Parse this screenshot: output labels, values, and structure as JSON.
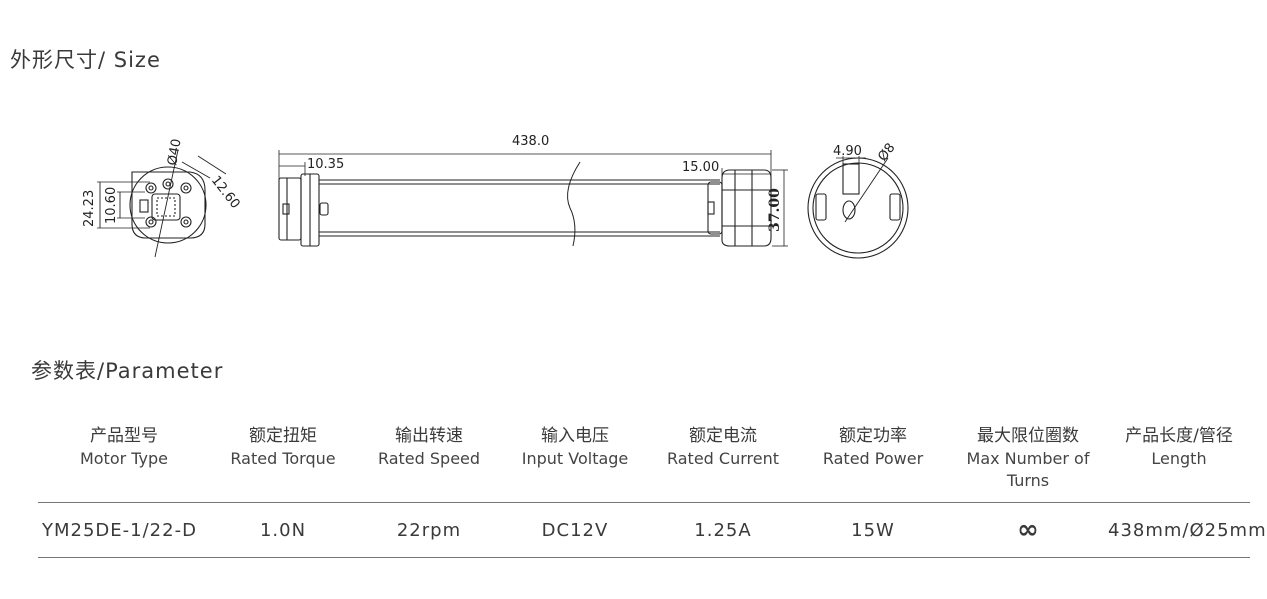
{
  "section_size": {
    "title": "外形尺寸/ Size"
  },
  "section_params": {
    "title": "参数表/Parameter"
  },
  "drawing_labels": {
    "dia_40": "Ø40",
    "dim_12_60": "12.60",
    "dim_24_23": "24.23",
    "dim_10_60": "10.60",
    "overall_length": "438.0",
    "dim_10_35": "10.35",
    "dim_15_00": "15.00",
    "dim_37_00": "37.00",
    "dim_4_90": "4.90",
    "dia_8": "Ø8"
  },
  "table": {
    "headers": [
      {
        "zh": "产品型号",
        "en": "Motor Type"
      },
      {
        "zh": "额定扭矩",
        "en": "Rated Torque"
      },
      {
        "zh": "输出转速",
        "en": "Rated Speed"
      },
      {
        "zh": "输入电压",
        "en": "Input Voltage"
      },
      {
        "zh": "额定电流",
        "en": "Rated Current"
      },
      {
        "zh": "额定功率",
        "en": "Rated Power"
      },
      {
        "zh": "最大限位圈数",
        "en": "Max Number of Turns"
      },
      {
        "zh": "产品长度/管径",
        "en": "Length"
      }
    ],
    "row": {
      "model": "YM25DE-1/22-D",
      "torque": "1.0N",
      "speed": "22rpm",
      "voltage": "DC12V",
      "current": "1.25A",
      "power": "15W",
      "turns": "∞",
      "length": "438mm/Ø25mm"
    }
  }
}
